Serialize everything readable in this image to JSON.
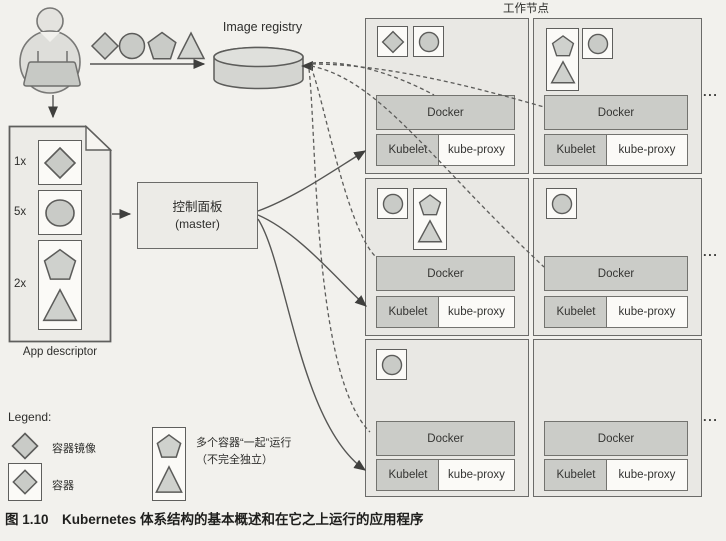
{
  "registry": {
    "label": "Image registry"
  },
  "workers": {
    "title": "工作节点",
    "ellipsis": "...",
    "nodes": [
      {
        "docker": "Docker",
        "kubelet": "Kubelet",
        "kube_proxy": "kube-proxy",
        "pods": [
          "diamond",
          "circle"
        ]
      },
      {
        "docker": "Docker",
        "kubelet": "Kubelet",
        "kube_proxy": "kube-proxy",
        "pods": [
          "pentagon+triangle",
          "circle"
        ]
      },
      {
        "docker": "Docker",
        "kubelet": "Kubelet",
        "kube_proxy": "kube-proxy",
        "pods": [
          "circle",
          "pentagon+triangle"
        ]
      },
      {
        "docker": "Docker",
        "kubelet": "Kubelet",
        "kube_proxy": "kube-proxy",
        "pods": [
          "circle"
        ]
      },
      {
        "docker": "Docker",
        "kubelet": "Kubelet",
        "kube_proxy": "kube-proxy",
        "pods": [
          "circle"
        ]
      },
      {
        "docker": "Docker",
        "kubelet": "Kubelet",
        "kube_proxy": "kube-proxy",
        "pods": []
      }
    ]
  },
  "app_descriptor": {
    "label": "App descriptor",
    "items": [
      {
        "count": "1x",
        "shape": "diamond"
      },
      {
        "count": "5x",
        "shape": "circle"
      },
      {
        "count": "2x",
        "shape": "pentagon+triangle"
      }
    ]
  },
  "master": {
    "title": "控制面板",
    "subtitle": "(master)"
  },
  "legend": {
    "title": "Legend:",
    "items": [
      {
        "shape": "diamond",
        "label": "容器镜像"
      },
      {
        "shape": "diamond-boxed",
        "label": "容器"
      },
      {
        "shape": "pentagon+triangle-boxed",
        "label": "多个容器“一起”运行",
        "label2": "（不完全独立）"
      }
    ]
  },
  "caption": "图 1.10　Kubernetes 体系结构的基本概述和在它之上运行的应用程序",
  "icons": {
    "person": "person-at-laptop-icon",
    "registry": "database-cylinder-icon",
    "container_image": "diamond-icon",
    "container": "circle-icon",
    "pod_group": "pentagon-triangle-icon"
  },
  "colors": {
    "page_bg": "#f2f1ed",
    "node_bg": "#e9e8e4",
    "bar_gray": "#cbccc8",
    "shape_fill": "#c9cbc7",
    "box_white": "#fbfaf7",
    "line": "#565654",
    "text": "#2e2e2c"
  }
}
